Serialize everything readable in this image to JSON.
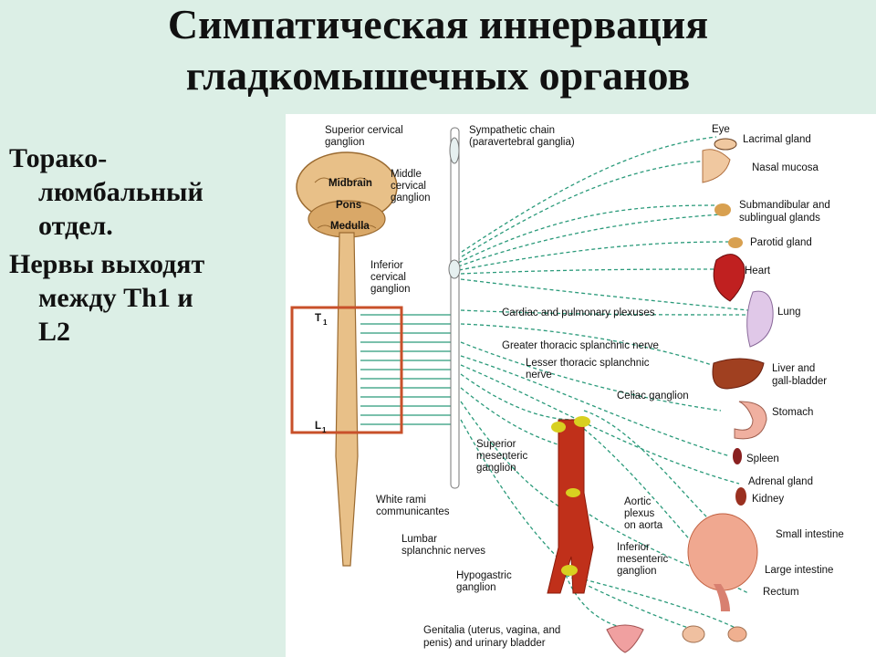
{
  "title": {
    "line1": "Симпатическая иннервация",
    "line2": "гладкомышечных органов"
  },
  "sidebar": {
    "para1": [
      "Торако-",
      "люмбальный",
      "отдел."
    ],
    "para2": [
      "Нервы выходят",
      "между Th1 и",
      "L2"
    ]
  },
  "diagram": {
    "left_labels": {
      "superior_cervical": [
        "Superior cervical",
        "ganglion"
      ],
      "midbrain": "Midbrain",
      "pons": "Pons",
      "medulla": "Medulla",
      "middle_cervical": [
        "Middle",
        "cervical",
        "ganglion"
      ],
      "inferior_cervical": [
        "Inferior",
        "cervical",
        "ganglion"
      ],
      "t1": "T",
      "t1_sub": "1",
      "l1": "L",
      "l1_sub": "1",
      "white_rami": [
        "White rami",
        "communicantes"
      ],
      "lumbar_splanchnic": [
        "Lumbar",
        "splanchnic nerves"
      ],
      "hypogastric": [
        "Hypogastric",
        "ganglion"
      ]
    },
    "center_labels": {
      "sympathetic_chain": [
        "Sympathetic chain",
        "(paravertebral ganglia)"
      ],
      "cardiac_plexuses": "Cardiac and pulmonary plexuses",
      "greater_splanchnic": "Greater thoracic splanchnic nerve",
      "lesser_splanchnic": [
        "Lesser thoracic splanchnic",
        "nerve"
      ],
      "celiac": "Celiac ganglion",
      "superior_mesenteric": [
        "Superior",
        "mesenteric",
        "ganglion"
      ],
      "aortic_plexus": [
        "Aortic",
        "plexus",
        "on aorta"
      ],
      "inferior_mesenteric": [
        "Inferior",
        "mesenteric",
        "ganglion"
      ],
      "genitalia": [
        "Genitalia (uterus, vagina, and",
        "penis) and urinary bladder"
      ]
    },
    "organs": {
      "eye": "Eye",
      "lacrimal": "Lacrimal gland",
      "nasal": "Nasal mucosa",
      "submandibular": [
        "Submandibular and",
        "sublingual glands"
      ],
      "parotid": "Parotid gland",
      "heart": "Heart",
      "lung": "Lung",
      "liver": [
        "Liver and",
        "gall-bladder"
      ],
      "stomach": "Stomach",
      "spleen": "Spleen",
      "adrenal": "Adrenal gland",
      "kidney": "Kidney",
      "small_intestine": "Small intestine",
      "large_intestine": "Large intestine",
      "rectum": "Rectum"
    },
    "colors": {
      "nerve": "#2a9a7a",
      "spinal_cord": "#e8c088",
      "highlight_box": "#c8502a",
      "aorta": "#c0301a",
      "ganglion": "#d8d020"
    }
  }
}
